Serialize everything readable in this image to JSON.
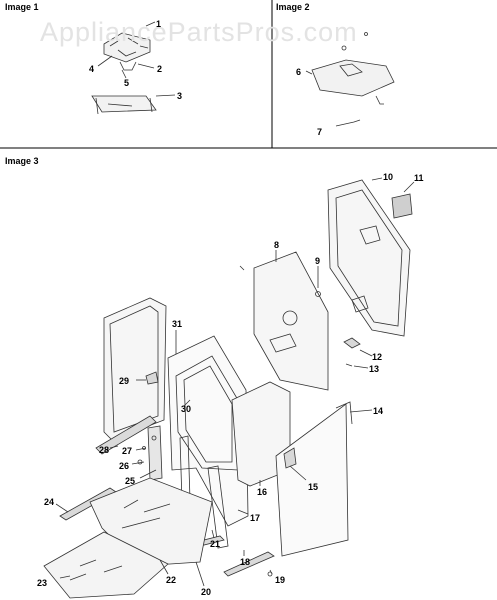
{
  "watermark": "AppliancePartsPros.com",
  "panels": {
    "image1": "Image 1",
    "image2": "Image 2",
    "image3": "Image 3"
  },
  "callouts": [
    "1",
    "2",
    "3",
    "4",
    "5",
    "6",
    "7",
    "8",
    "9",
    "10",
    "11",
    "12",
    "13",
    "14",
    "15",
    "16",
    "17",
    "18",
    "19",
    "20",
    "21",
    "22",
    "23",
    "24",
    "25",
    "26",
    "27",
    "28",
    "29",
    "30",
    "31"
  ]
}
